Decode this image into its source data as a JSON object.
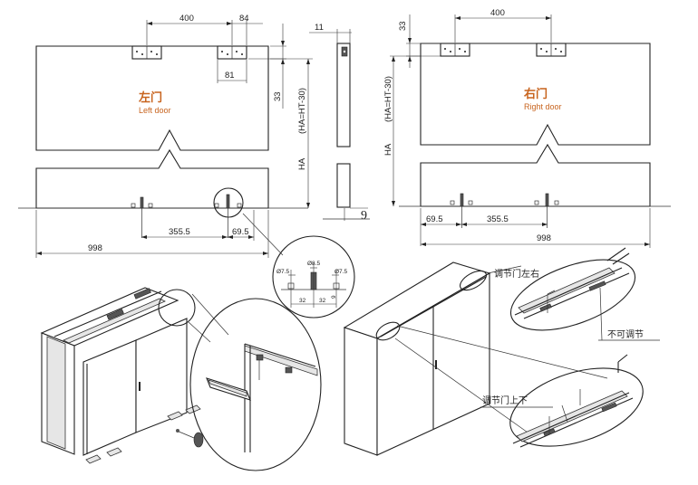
{
  "left_door": {
    "title_cn": "左门",
    "title_en": "Left door",
    "dims": {
      "hinge_spacing": "400",
      "hinge_width": "84",
      "hinge_offset": "81",
      "top_offset": "33",
      "ha_formula": "(HA=HT-30)",
      "ha": "HA",
      "bottom_spacing": "355.5",
      "bottom_offset": "69.5",
      "width": "998"
    }
  },
  "right_door": {
    "title_cn": "右门",
    "title_en": "Right door",
    "dims": {
      "hinge_spacing": "400",
      "top_offset": "33",
      "ha_formula": "(HA=HT-30)",
      "ha": "HA",
      "bottom_offset": "69.5",
      "bottom_spacing": "355.5",
      "width": "998"
    }
  },
  "side_section": {
    "thickness": "11",
    "gap": "9"
  },
  "detail_circle": {
    "dim_top_left": "Ø7.5",
    "dim_top_mid": "Ø8.5",
    "dim_top_right": "Ø7.5",
    "dim_bottom_1": "32",
    "dim_bottom_2": "32",
    "dim_side": "9"
  },
  "annotations": {
    "adjust_lr": "调节门左右",
    "not_adjustable": "不可调节",
    "adjust_ud": "调节门上下"
  }
}
